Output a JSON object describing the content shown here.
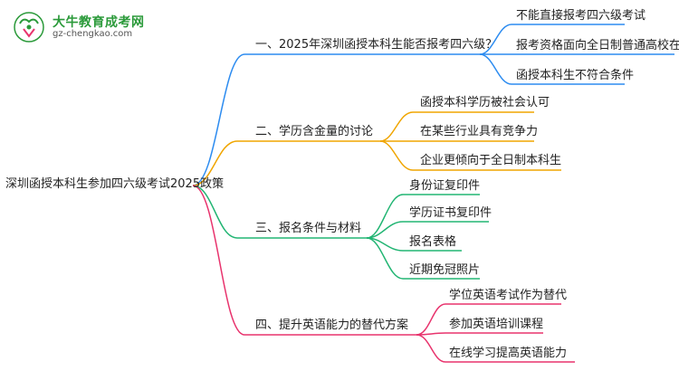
{
  "logo": {
    "name_cn": "大牛教育成考网",
    "domain": "gz-chengkao.com"
  },
  "root": "深圳函授本科生参加四六级考试2025政策",
  "branches": [
    {
      "label": "一、2025年深圳函授本科生能否报考四六级？",
      "color": "#2d8cf0",
      "children": [
        "不能直接报考四六级考试",
        "报考资格面向全日制普通高校在校生",
        "函授本科生不符合条件"
      ]
    },
    {
      "label": "二、学历含金量的讨论",
      "color": "#f0a500",
      "children": [
        "函授本科学历被社会认可",
        "在某些行业具有竞争力",
        "企业更倾向于全日制本科生"
      ]
    },
    {
      "label": "三、报名条件与材料",
      "color": "#22b573",
      "children": [
        "身份证复印件",
        "学历证书复印件",
        "报名表格",
        "近期免冠照片"
      ]
    },
    {
      "label": "四、提升英语能力的替代方案",
      "color": "#e8336d",
      "children": [
        "学位英语考试作为替代",
        "参加英语培训课程",
        "在线学习提高英语能力"
      ]
    }
  ]
}
